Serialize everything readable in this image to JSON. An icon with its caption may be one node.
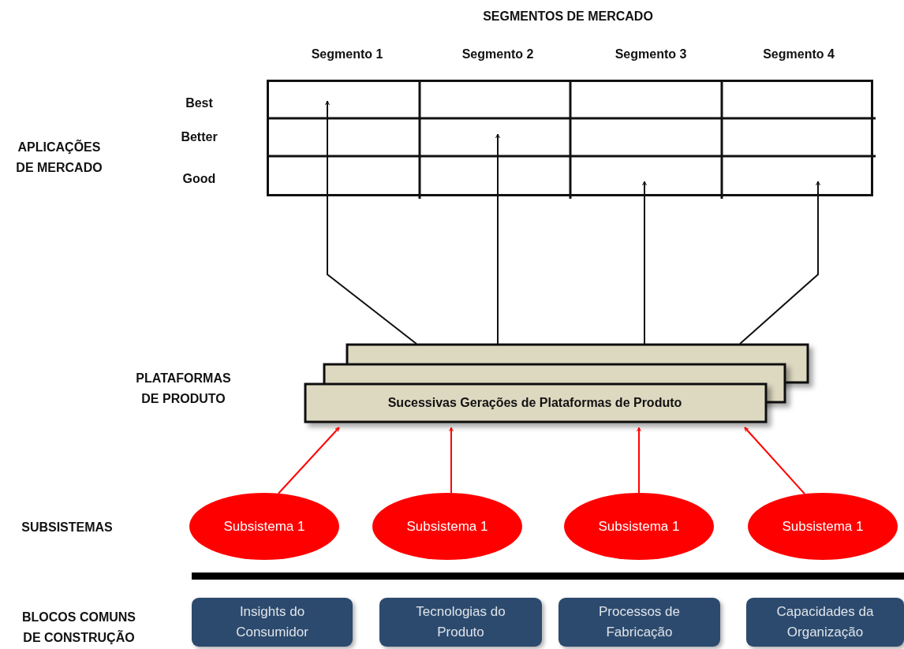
{
  "diagram": {
    "title": "SEGMENTOS DE MERCADO",
    "nodes": [
      {
        "text": [],
        "shape": "box"
      },
      {
        "text": [
          "Sucessivas Gerações de Plataformas de Produto"
        ]
      },
      {
        "text": [
          "Subsistema 1"
        ]
      },
      {
        "text": [
          "Subsistema 1"
        ]
      },
      {
        "text": [
          "Subsistema 1"
        ]
      },
      {
        "text": [
          "Subsistema 1"
        ]
      },
      {
        "text": [
          "Insights do Consumidor"
        ]
      },
      {
        "text": [
          "Tecnologias do Produto"
        ]
      },
      {
        "text": [
          "Processos de Fabricação"
        ]
      },
      {
        "text": [
          "Capacidades da Organização"
        ]
      }
    ],
    "edges": [
      {
        "from": 1,
        "to": 0,
        "arrow": "to",
        "color": "#111111"
      },
      {
        "from": 1,
        "to": 0,
        "arrow": "to",
        "color": "#111111"
      },
      {
        "from": 1,
        "to": 0,
        "arrow": "to",
        "color": "#111111"
      },
      {
        "from": 1,
        "to": 0,
        "arrow": "to",
        "color": "#111111"
      },
      {
        "from": 2,
        "to": 1,
        "arrow": "to",
        "color": "#ff0000"
      },
      {
        "from": 3,
        "to": 1,
        "arrow": "to",
        "color": "#ff0000"
      },
      {
        "from": 4,
        "to": 1,
        "arrow": "to",
        "color": "#ff0000"
      },
      {
        "from": 5,
        "to": 1,
        "arrow": "to",
        "color": "#ff0000"
      }
    ],
    "labels": [
      "Segmento 1",
      "Segmento 2",
      "Segmento 3",
      "Segmento 4",
      "Best",
      "Better",
      "APLICAÇÕES DE MERCADO",
      "Good",
      "PLATAFORMAS DE PRODUTO",
      "SUBSISTEMAS",
      "BLOCOS COMUNS DE CONSTRUÇÃO"
    ]
  }
}
